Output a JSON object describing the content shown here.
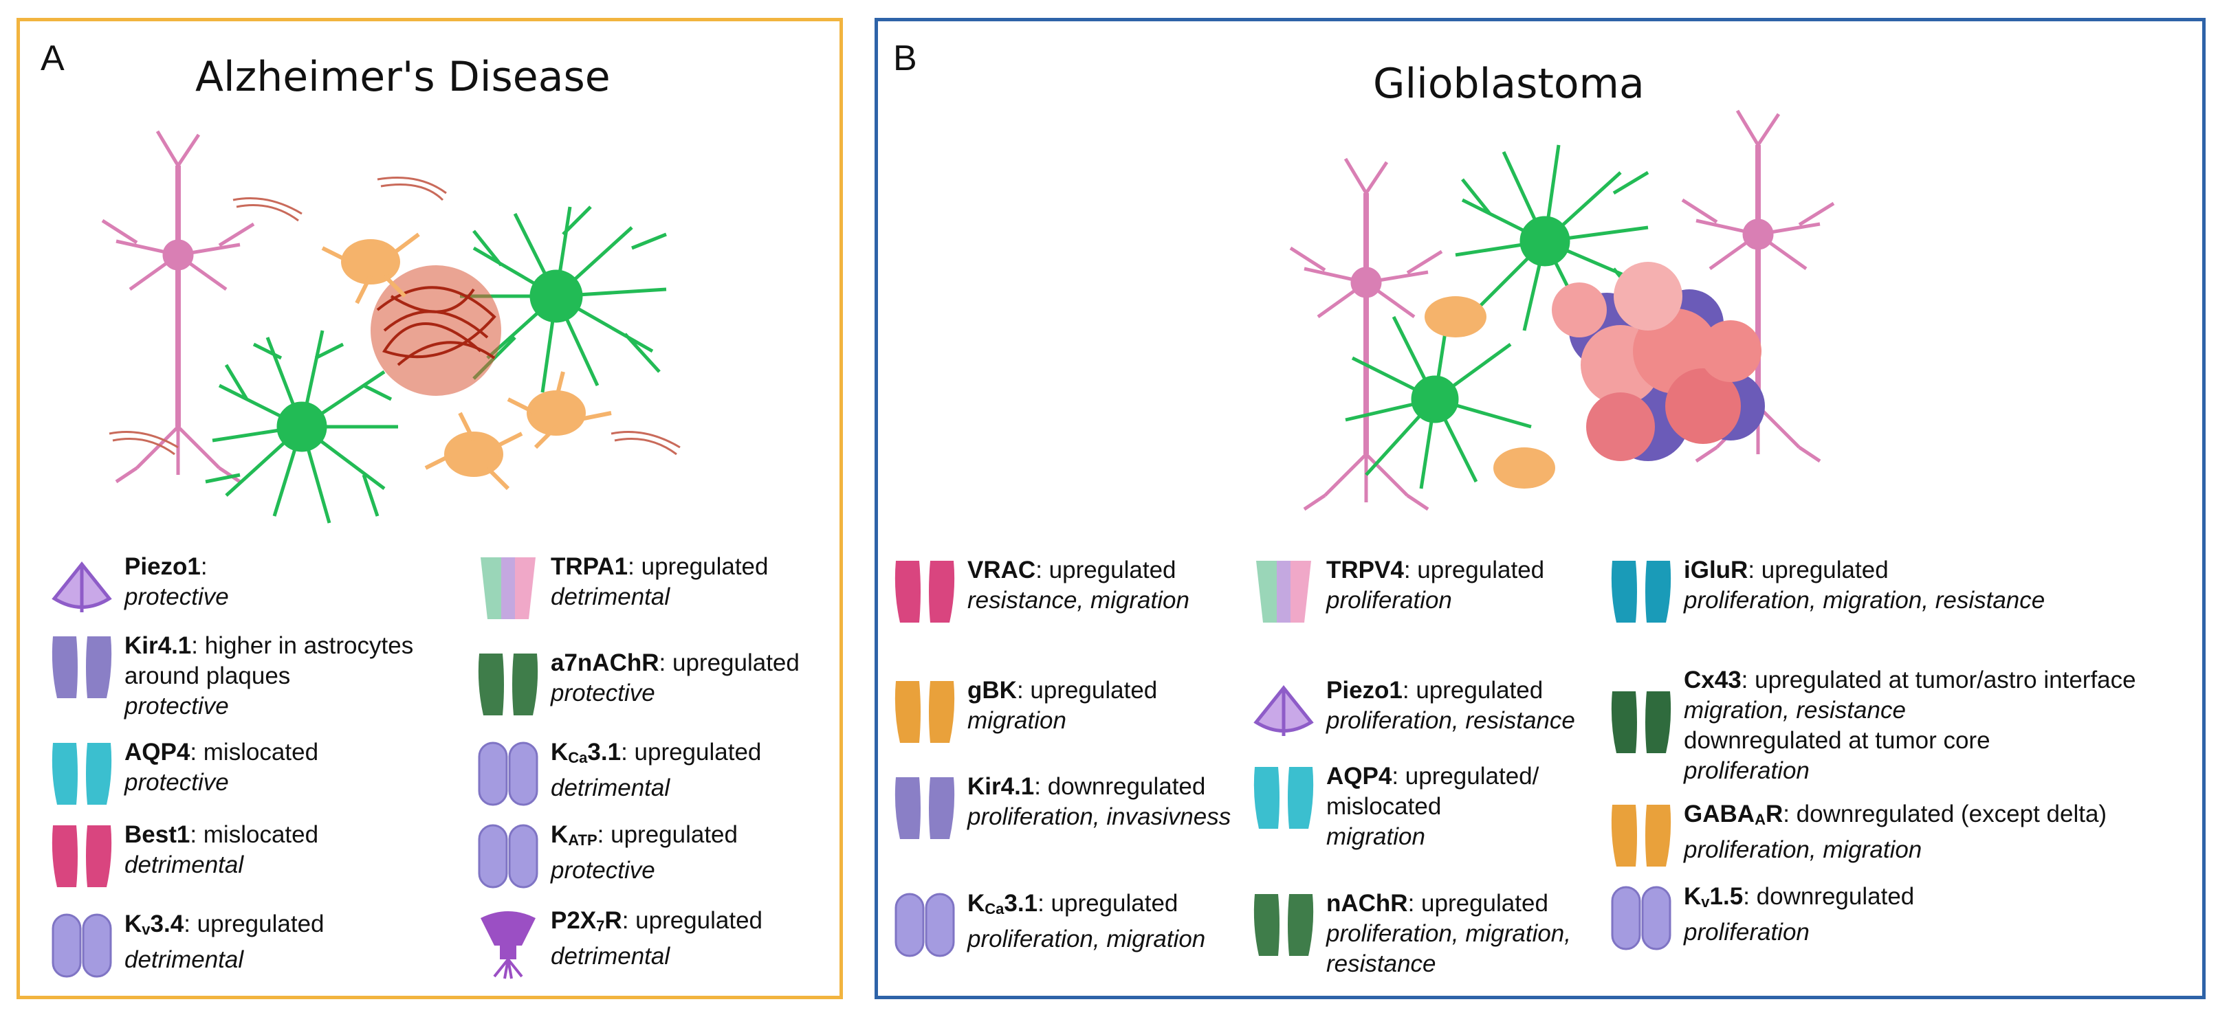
{
  "panel_a": {
    "letter": "A",
    "title": "Alzheimer's Disease",
    "items": [
      {
        "name": "Piezo1",
        "desc": ":",
        "effect": "protective",
        "icon": "piezo-icon"
      },
      {
        "name": "Kir4.1",
        "desc": ": higher in astrocytes",
        "desc2": "around plaques",
        "effect": "protective",
        "icon": "kir-channel-icon"
      },
      {
        "name": "AQP4",
        "desc": ": mislocated",
        "effect": "protective",
        "icon": "aqp4-icon"
      },
      {
        "name": "Best1",
        "desc": ": mislocated",
        "effect": "detrimental",
        "icon": "best1-icon"
      },
      {
        "name_main": "K",
        "name_sub": "v",
        "name_tail": "3.4",
        "desc": ": upregulated",
        "effect": "detrimental",
        "icon": "kv-channel-icon"
      },
      {
        "name": "TRPA1",
        "desc": ": upregulated",
        "effect": "detrimental",
        "icon": "trp-channel-icon"
      },
      {
        "name": "a7nAChR",
        "desc": ": upregulated",
        "effect": "protective",
        "icon": "nachr-icon"
      },
      {
        "name_main": "K",
        "name_sub": "Ca",
        "name_tail": "3.1",
        "desc": ": upregulated",
        "effect": "detrimental",
        "icon": "kca-channel-icon"
      },
      {
        "name_main": "K",
        "name_sub": "ATP",
        "name_tail": "",
        "desc": ": upregulated",
        "effect": "protective",
        "icon": "katp-channel-icon"
      },
      {
        "name_main": "P2X",
        "name_sub": "7",
        "name_tail": "R",
        "desc": ": upregulated",
        "effect": "detrimental",
        "icon": "p2x7r-icon"
      }
    ]
  },
  "panel_b": {
    "letter": "B",
    "title": "Glioblastoma",
    "items": [
      {
        "name": "VRAC",
        "desc": ": upregulated",
        "effect": " resistance, migration",
        "icon": "vrac-icon"
      },
      {
        "name": "gBK",
        "desc": ": upregulated",
        "effect": "migration",
        "icon": "gbk-icon"
      },
      {
        "name": "Kir4.1",
        "desc": ": downregulated",
        "effect": "proliferation, invasivness",
        "icon": "kir-channel-icon"
      },
      {
        "name_main": "K",
        "name_sub": "Ca",
        "name_tail": "3.1",
        "desc": ": upregulated",
        "effect": "proliferation, migration",
        "icon": "kca-channel-icon"
      },
      {
        "name": "TRPV4",
        "desc": ": upregulated",
        "effect": "proliferation",
        "icon": "trp-channel-icon"
      },
      {
        "name": "Piezo1",
        "desc": ": upregulated",
        "effect": "proliferation, resistance",
        "icon": "piezo-icon"
      },
      {
        "name": "AQP4",
        "desc": ": upregulated/",
        "desc2": "mislocated",
        "effect": "migration",
        "icon": "aqp4-icon"
      },
      {
        "name": "nAChR",
        "desc": ": upregulated",
        "effect": "proliferation, migration,",
        "effect2": "resistance",
        "icon": "nachr-icon"
      },
      {
        "name": "iGluR",
        "desc": ": upregulated",
        "effect": "proliferation, migration, resistance",
        "icon": "iglur-icon"
      },
      {
        "name": "Cx43",
        "desc": ": upregulated at tumor/astro interface",
        "effect": "migration, resistance",
        "desc3": "downregulated at tumor core",
        "effect3": "proliferation",
        "icon": "cx43-icon"
      },
      {
        "name_main": "GABA",
        "name_sub": "A",
        "name_tail": "R",
        "desc": ": downregulated (except delta)",
        "effect": "proliferation, migration",
        "icon": "gabaar-icon"
      },
      {
        "name_main": "K",
        "name_sub": "v",
        "name_tail": "1.5",
        "desc": ": downregulated",
        "effect": "proliferation",
        "icon": "kv-channel-icon"
      }
    ]
  },
  "colors": {
    "panel_a_border": "#f2b43f",
    "panel_b_border": "#2e63a8",
    "neuron": "#d97fb4",
    "astrocyte": "#22bb55",
    "microglia": "#f5b36b",
    "plaque": "#c0341c",
    "tumor_pink": "#f08a8a",
    "tumor_purple": "#6b5bb8"
  }
}
